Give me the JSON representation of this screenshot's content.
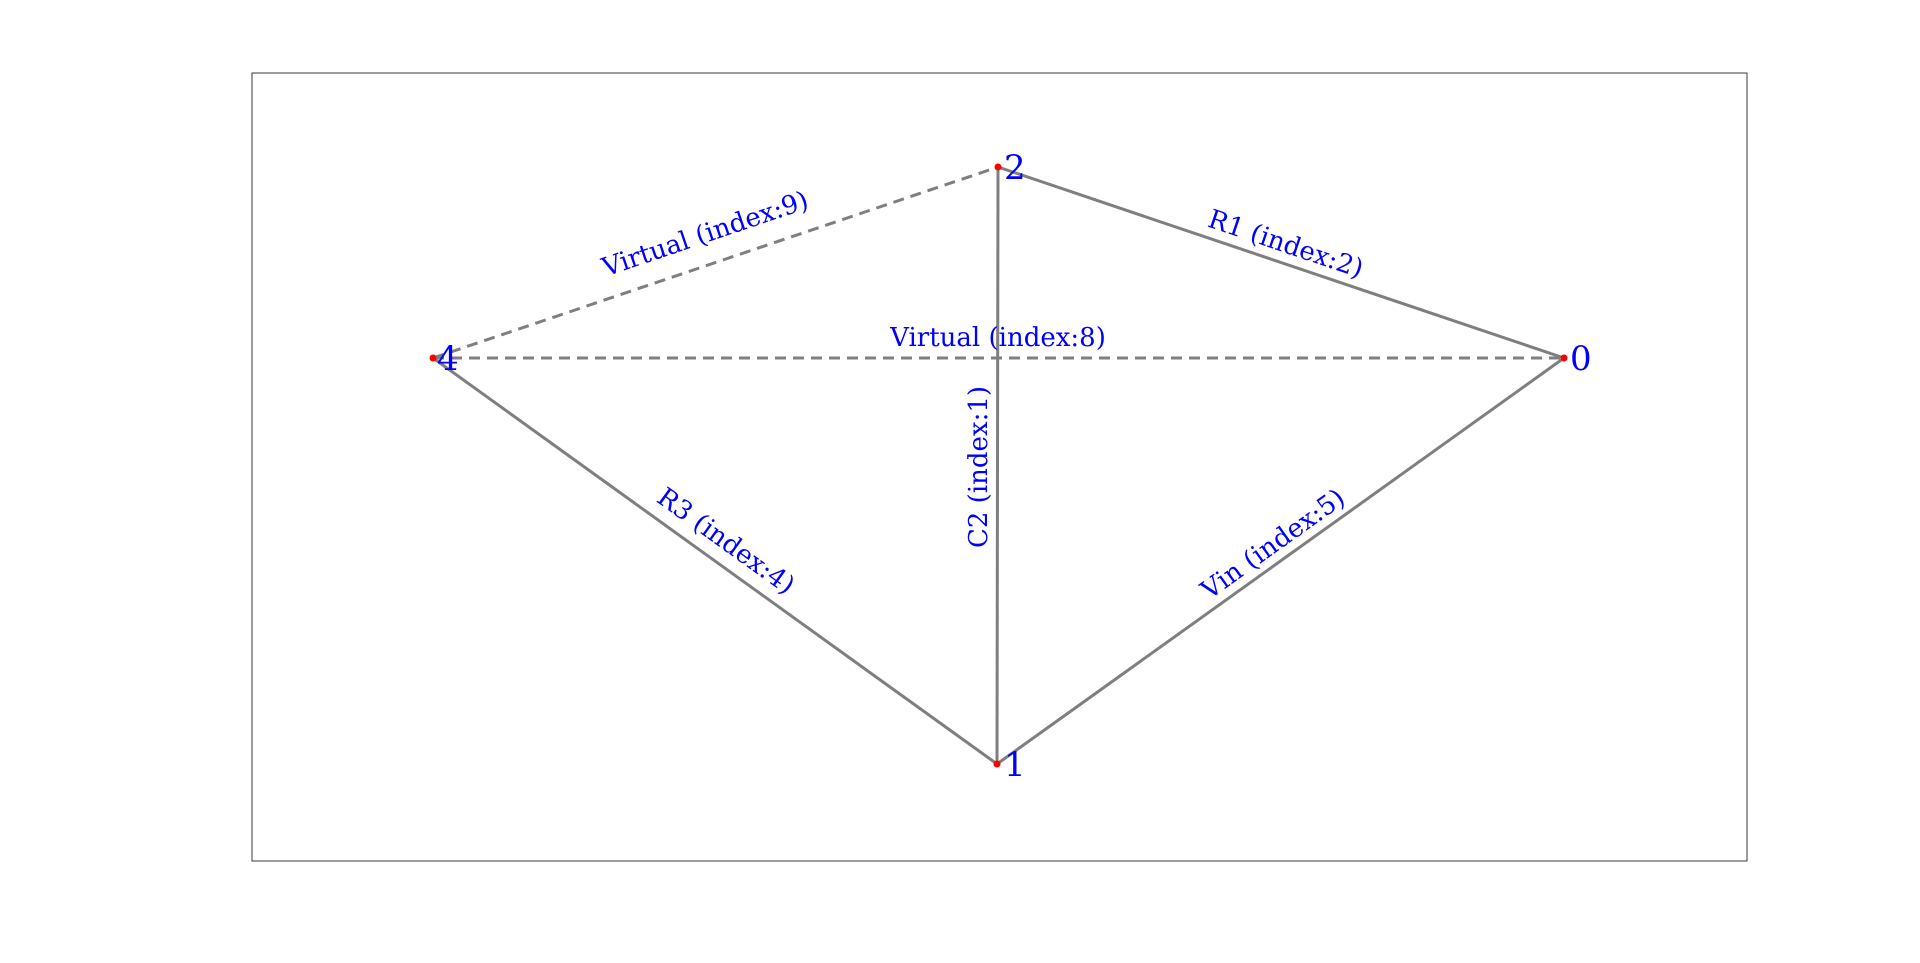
{
  "graph": {
    "nodes": [
      {
        "id": "0",
        "label": "0"
      },
      {
        "id": "1",
        "label": "1"
      },
      {
        "id": "2",
        "label": "2"
      },
      {
        "id": "4",
        "label": "4"
      }
    ],
    "edges": [
      {
        "id": "e9",
        "from": "4",
        "to": "2",
        "label": "Virtual (index:9)",
        "style": "dashed"
      },
      {
        "id": "e2",
        "from": "2",
        "to": "0",
        "label": "R1 (index:2)",
        "style": "solid"
      },
      {
        "id": "e8",
        "from": "4",
        "to": "0",
        "label": "Virtual (index:8)",
        "style": "dashed"
      },
      {
        "id": "e1",
        "from": "2",
        "to": "1",
        "label": "C2 (index:1)",
        "style": "solid"
      },
      {
        "id": "e4",
        "from": "4",
        "to": "1",
        "label": "R3 (index:4)",
        "style": "solid"
      },
      {
        "id": "e5",
        "from": "1",
        "to": "0",
        "label": "Vin (index:5)",
        "style": "solid"
      }
    ]
  },
  "colors": {
    "edge": "#7f7f7f",
    "label": "#0000ff",
    "node": "#ff0000"
  }
}
